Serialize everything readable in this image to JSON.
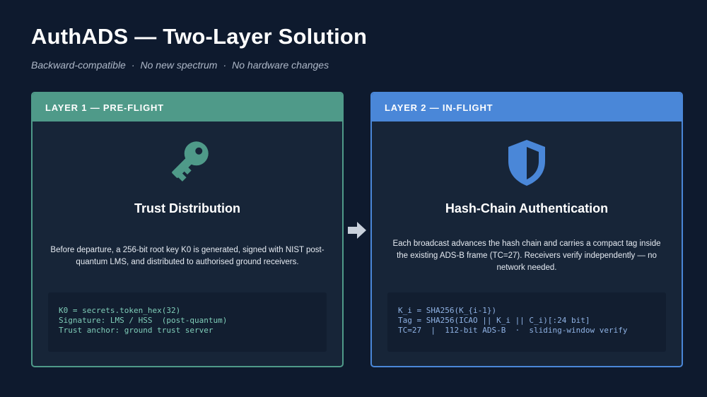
{
  "title": "AuthADS — Two-Layer Solution",
  "subtitle": {
    "items": [
      "Backward-compatible",
      "No new spectrum",
      "No hardware changes"
    ],
    "separator": "·"
  },
  "layer1": {
    "header": "LAYER 1 — PRE-FLIGHT",
    "icon": "key-icon",
    "title": "Trust Distribution",
    "description": "Before departure, a 256-bit root key K0 is generated, signed with NIST post-quantum LMS, and distributed to authorised ground receivers.",
    "code": [
      "K0 = secrets.token_hex(32)",
      "Signature: LMS / HSS  (post-quantum)",
      "Trust anchor: ground trust server"
    ]
  },
  "layer2": {
    "header": "LAYER 2 — IN-FLIGHT",
    "icon": "shield-icon",
    "title": "Hash-Chain Authentication",
    "description": "Each broadcast advances the hash chain and carries a compact tag inside the existing ADS-B frame (TC=27). Receivers verify independently — no network needed.",
    "code": [
      "K_i = SHA256(K_{i-1})",
      "Tag = SHA256(ICAO || K_i || C_i)[:24 bit]",
      "TC=27  |  112-bit ADS-B  ·  sliding-window verify"
    ]
  },
  "colors": {
    "background": "#0e1a2e",
    "layer1_accent": "#4f9a89",
    "layer2_accent": "#4a87d8",
    "arrow": "#c9d1dc"
  }
}
